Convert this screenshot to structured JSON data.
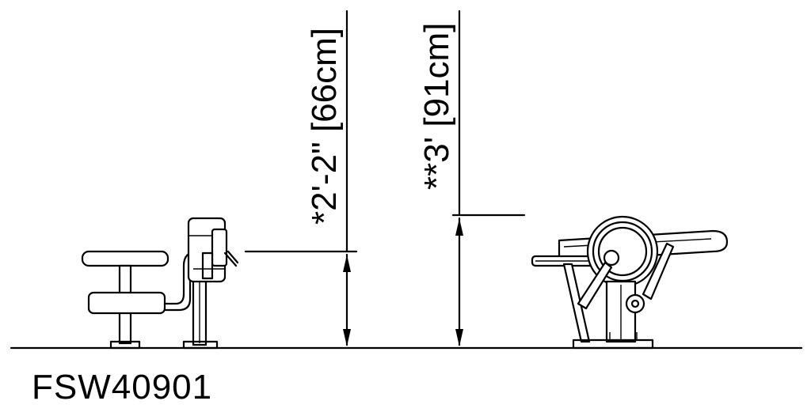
{
  "model_number": "FSW40901",
  "dimensions": {
    "left": {
      "label": "*2'-2\" [66cm]"
    },
    "right": {
      "label": "**3' [91cm]"
    }
  },
  "colors": {
    "ink": "#000000",
    "background": "#ffffff"
  }
}
